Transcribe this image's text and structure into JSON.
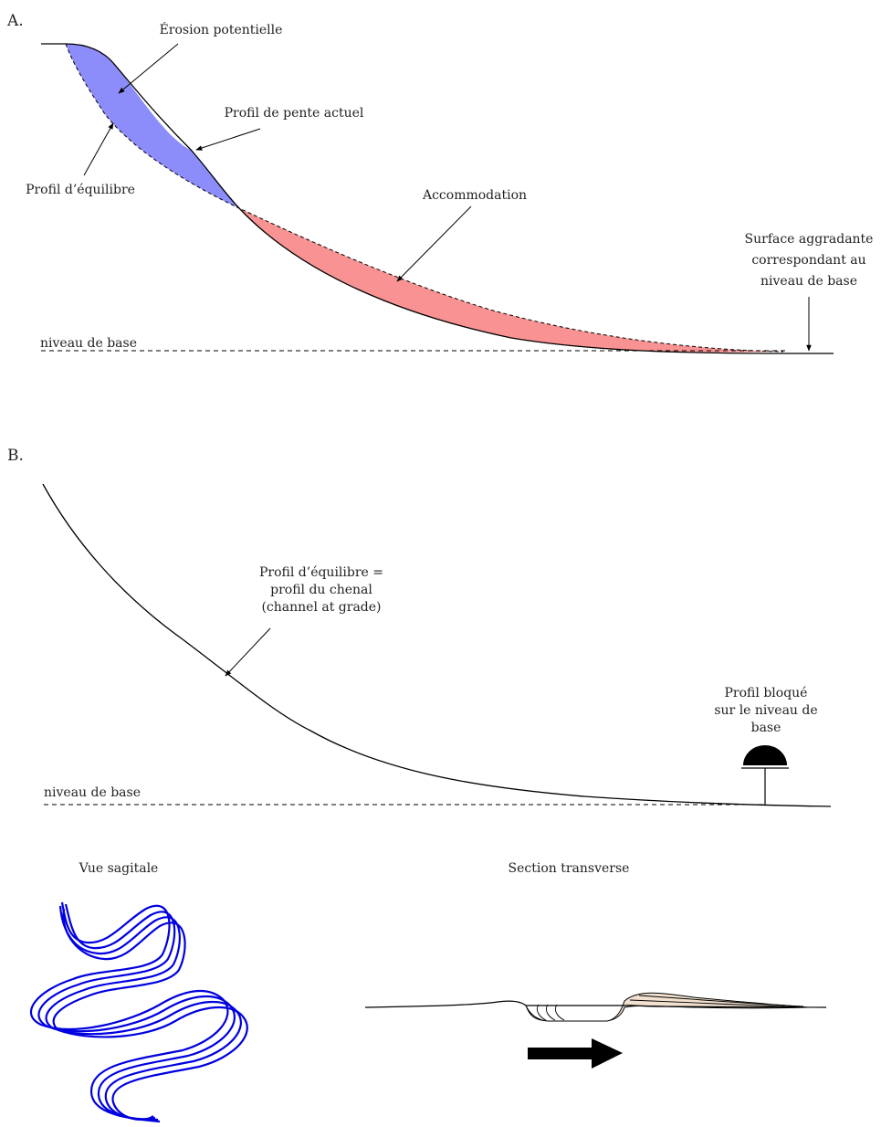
{
  "panel_a": {
    "letter": "A.",
    "erosion": "Érosion potentielle",
    "current_profile": "Profil de pente actuel",
    "equilibrium": "Profil d’équilibre",
    "accommodation": "Accommodation",
    "aggrading": [
      "Surface aggradante",
      "correspondant au",
      "niveau de base"
    ],
    "base_level": "niveau de base"
  },
  "panel_b": {
    "letter": "B.",
    "channel": [
      "Profil d’équilibre =",
      "profil du chenal",
      "(channel at grade)"
    ],
    "blocked": [
      "Profil bloqué",
      "sur le niveau de",
      "base"
    ],
    "base_level": "niveau de base"
  },
  "bottom": {
    "sagittal": "Vue sagitale",
    "transverse": "Section transverse"
  },
  "colors": {
    "erosion_fill": "#8c8cfa",
    "accommodation_fill": "#f99393",
    "meander": "#0000e0",
    "sediment": "#f2e1cf"
  }
}
